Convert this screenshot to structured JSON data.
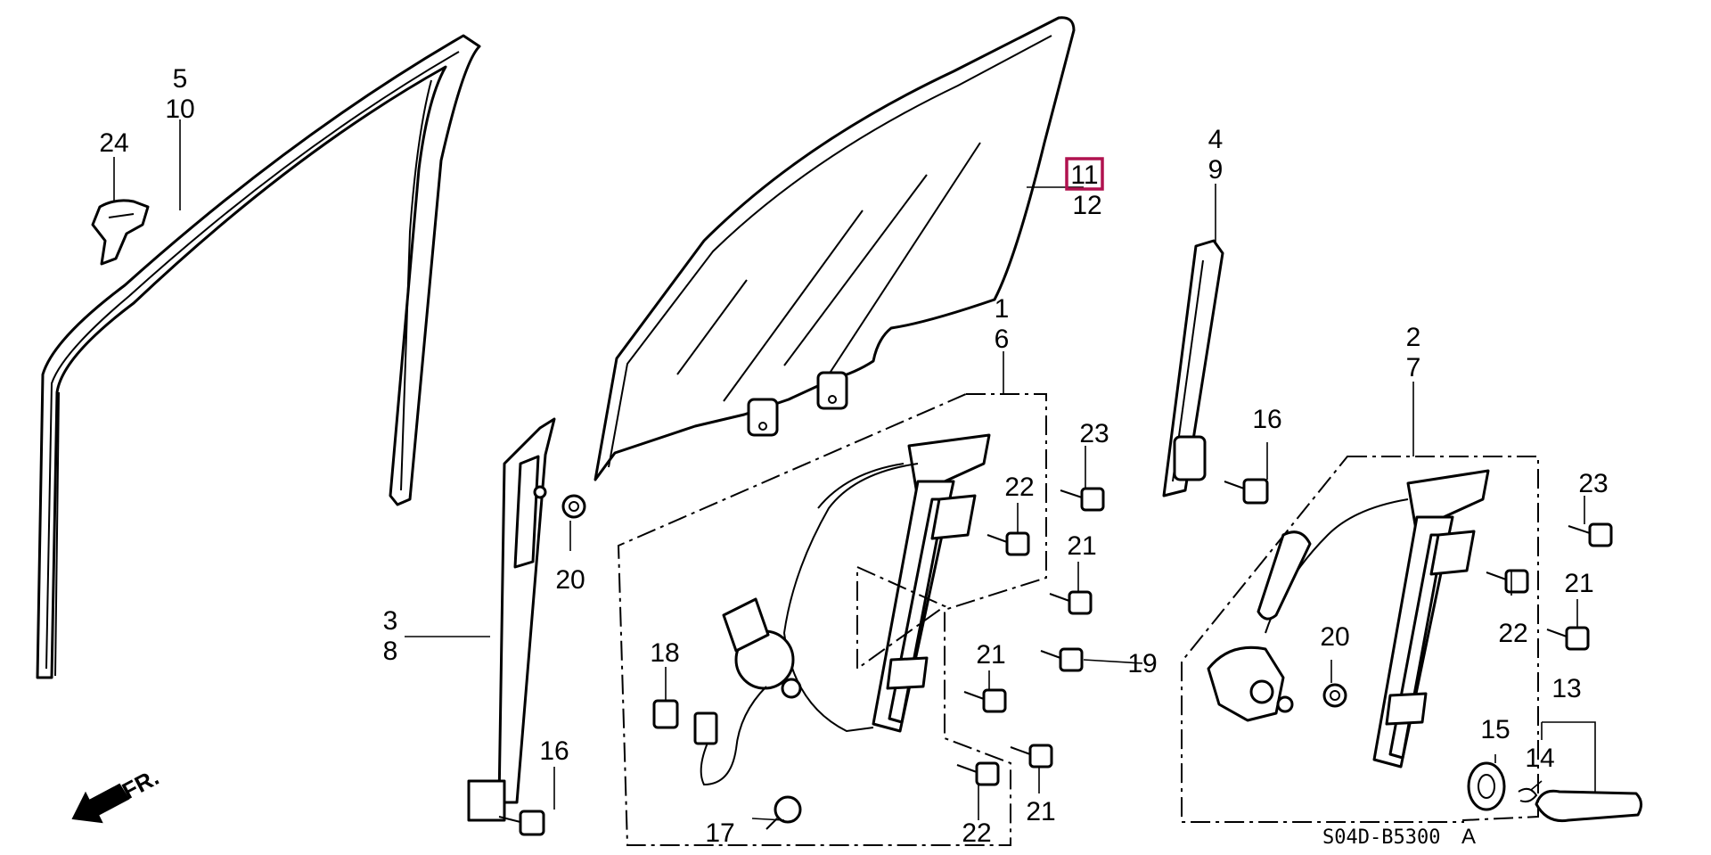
{
  "diagram": {
    "labels": {
      "p1": "1",
      "p6": "6",
      "p2": "2",
      "p7": "7",
      "p3": "3",
      "p8": "8",
      "p4": "4",
      "p9": "9",
      "p5": "5",
      "p10": "10",
      "p11": "11",
      "p12": "12",
      "p13": "13",
      "p14": "14",
      "p15": "15",
      "p16a": "16",
      "p16b": "16",
      "p17": "17",
      "p18": "18",
      "p19": "19",
      "p20a": "20",
      "p20b": "20",
      "p21a": "21",
      "p21b": "21",
      "p21c": "21",
      "p21d": "21",
      "p22a": "22",
      "p22b": "22",
      "p22c": "22",
      "p23a": "23",
      "p23b": "23",
      "p24": "24"
    },
    "direction_label": "FR.",
    "drawing_code": "S04D-B5300",
    "revision": "A",
    "highlighted_part": "11",
    "highlight_color": "#b0124f"
  }
}
